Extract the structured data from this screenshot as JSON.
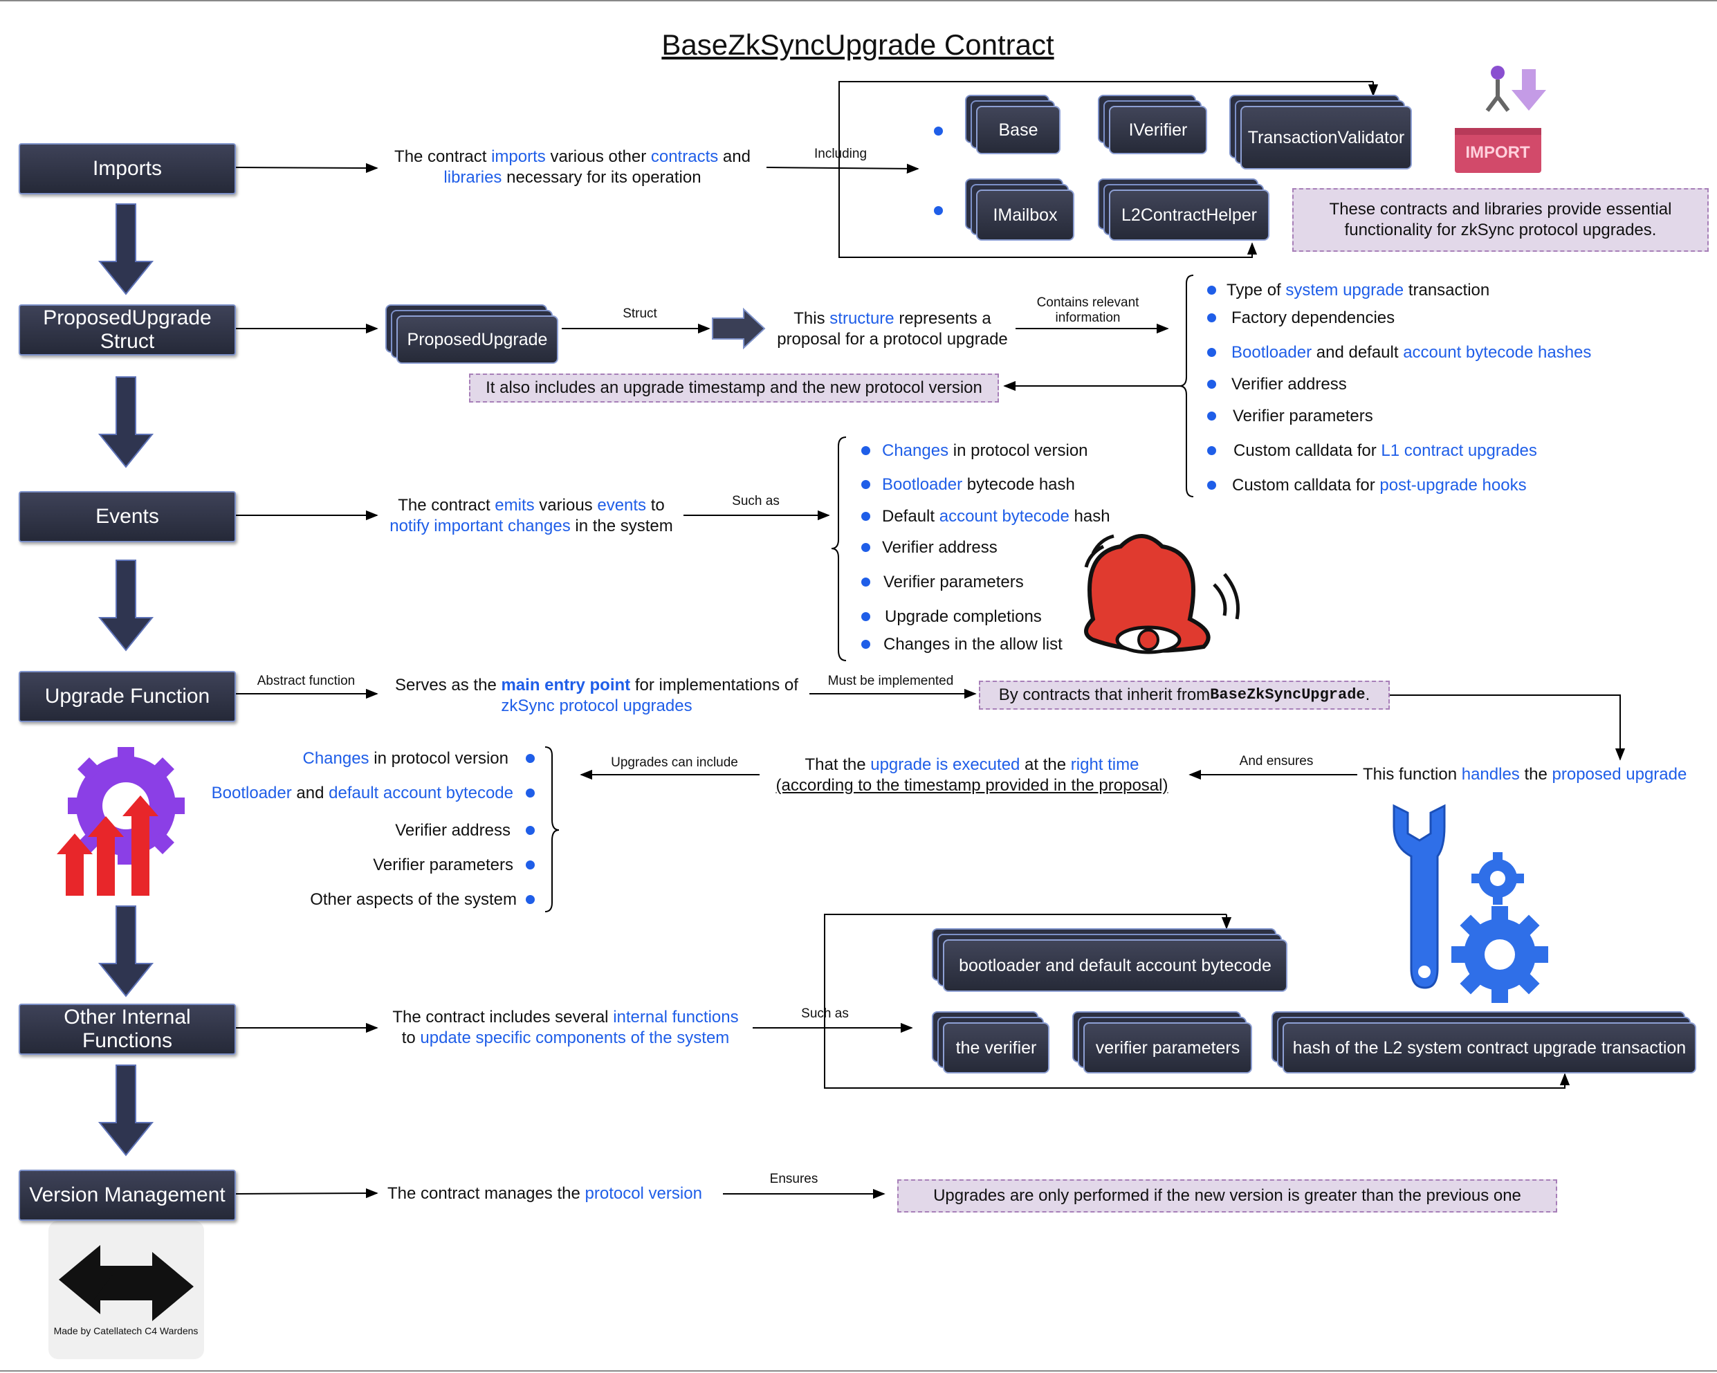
{
  "title": "BaseZkSyncUpgrade Contract",
  "sections": {
    "imports": "Imports",
    "proposed_upgrade": "ProposedUpgrade Struct",
    "events": "Events",
    "upgrade_function": "Upgrade Function",
    "other_internal": "Other Internal Functions",
    "version_management": "Version Management"
  },
  "imports": {
    "desc_a": "The contract ",
    "desc_imports": "imports",
    "desc_b": " various other ",
    "desc_contracts": "contracts",
    "desc_c": " and",
    "desc_libraries": "libraries",
    "desc_d": " necessary for its operation",
    "edge": "Including",
    "items": [
      "Base",
      "IVerifier",
      "TransactionValidator",
      "IMailbox",
      "L2ContractHelper"
    ],
    "note": "These contracts and libraries provide essential functionality for zkSync protocol upgrades.",
    "icon_text": "IMPORT"
  },
  "proposed": {
    "box": "ProposedUpgrade",
    "edge_struct": "Struct",
    "desc_a": "This ",
    "desc_structure": "structure",
    "desc_b": " represents a",
    "desc_c": "proposal for a protocol upgrade",
    "edge_info_1": "Contains relevant",
    "edge_info_2": "information",
    "note": "It also includes an upgrade timestamp and the new protocol version",
    "list": [
      {
        "pre": "Type of ",
        "hl": "system upgrade",
        "post": " transaction"
      },
      {
        "pre": "Factory dependencies",
        "hl": "",
        "post": ""
      },
      {
        "pre": "",
        "hl": "Bootloader",
        "post": " and default ",
        "hl2": "account bytecode hashes"
      },
      {
        "pre": "Verifier address",
        "hl": "",
        "post": ""
      },
      {
        "pre": "Verifier parameters",
        "hl": "",
        "post": ""
      },
      {
        "pre": "Custom calldata for ",
        "hl": "L1 contract upgrades",
        "post": ""
      },
      {
        "pre": "Custom calldata for ",
        "hl": "post-upgrade hooks",
        "post": ""
      }
    ]
  },
  "events": {
    "desc_a": "The contract ",
    "desc_emits": "emits",
    "desc_b": " various ",
    "desc_events": "events",
    "desc_c": " to",
    "desc_notify": "notify important changes",
    "desc_d": " in the system",
    "edge": "Such as",
    "list": [
      {
        "hl": "Changes",
        "post": " in protocol version",
        "pre": ""
      },
      {
        "hl": "Bootloader",
        "post": " bytecode hash",
        "pre": ""
      },
      {
        "pre": "Default ",
        "hl": "account bytecode",
        "post": " hash"
      },
      {
        "pre": "Verifier address",
        "hl": "",
        "post": ""
      },
      {
        "pre": "Verifier parameters",
        "hl": "",
        "post": ""
      },
      {
        "pre": "Upgrade completions",
        "hl": "",
        "post": ""
      },
      {
        "pre": "Changes in the allow list",
        "hl": "",
        "post": ""
      }
    ]
  },
  "upgrade": {
    "edge_abstract": "Abstract function",
    "desc_a": "Serves as the ",
    "desc_main": "main entry point",
    "desc_b": " for implementations of",
    "desc_zk": "zkSync protocol upgrades",
    "edge_must": "Must be implemented",
    "note_a": "By contracts that inherit from ",
    "note_code": "BaseZkSyncUpgrade",
    "note_b": ".",
    "handles_a": "This function ",
    "handles_hl1": "handles",
    "handles_b": " the ",
    "handles_hl2": "proposed upgrade",
    "edge_ensures": "And ensures",
    "that_a": "That the ",
    "that_hl1": "upgrade is executed",
    "that_b": " at the ",
    "that_hl2": "right time",
    "that_c": "(according to the timestamp provided in the proposal)",
    "edge_include": "Upgrades can include",
    "list": [
      {
        "hl": "Changes",
        "post": " in protocol version"
      },
      {
        "hl": "Bootloader",
        "post": " and ",
        "hl2": "default account bytecode"
      },
      {
        "pre": "Verifier address"
      },
      {
        "pre": "Verifier parameters"
      },
      {
        "pre": "Other aspects of the system"
      }
    ]
  },
  "internal": {
    "desc_a": "The contract includes several ",
    "desc_hl1": "internal functions",
    "desc_b": "to ",
    "desc_hl2": "update specific components of the system",
    "edge": "Such as",
    "items": [
      "bootloader and default account bytecode",
      "the verifier",
      "verifier parameters",
      "hash of the L2 system contract upgrade transaction"
    ]
  },
  "version": {
    "desc_a": "The contract manages the ",
    "desc_hl": "protocol version",
    "edge": "Ensures",
    "note": "Upgrades are only performed if the new version is greater than the previous one"
  },
  "footer": "Made by Catellatech C4 Wardens",
  "colors": {
    "highlight": "#1f5ee8",
    "section_fill": "#2c3042",
    "note_fill": "#e2d8e9",
    "arrow_fill": "#2f3550"
  }
}
